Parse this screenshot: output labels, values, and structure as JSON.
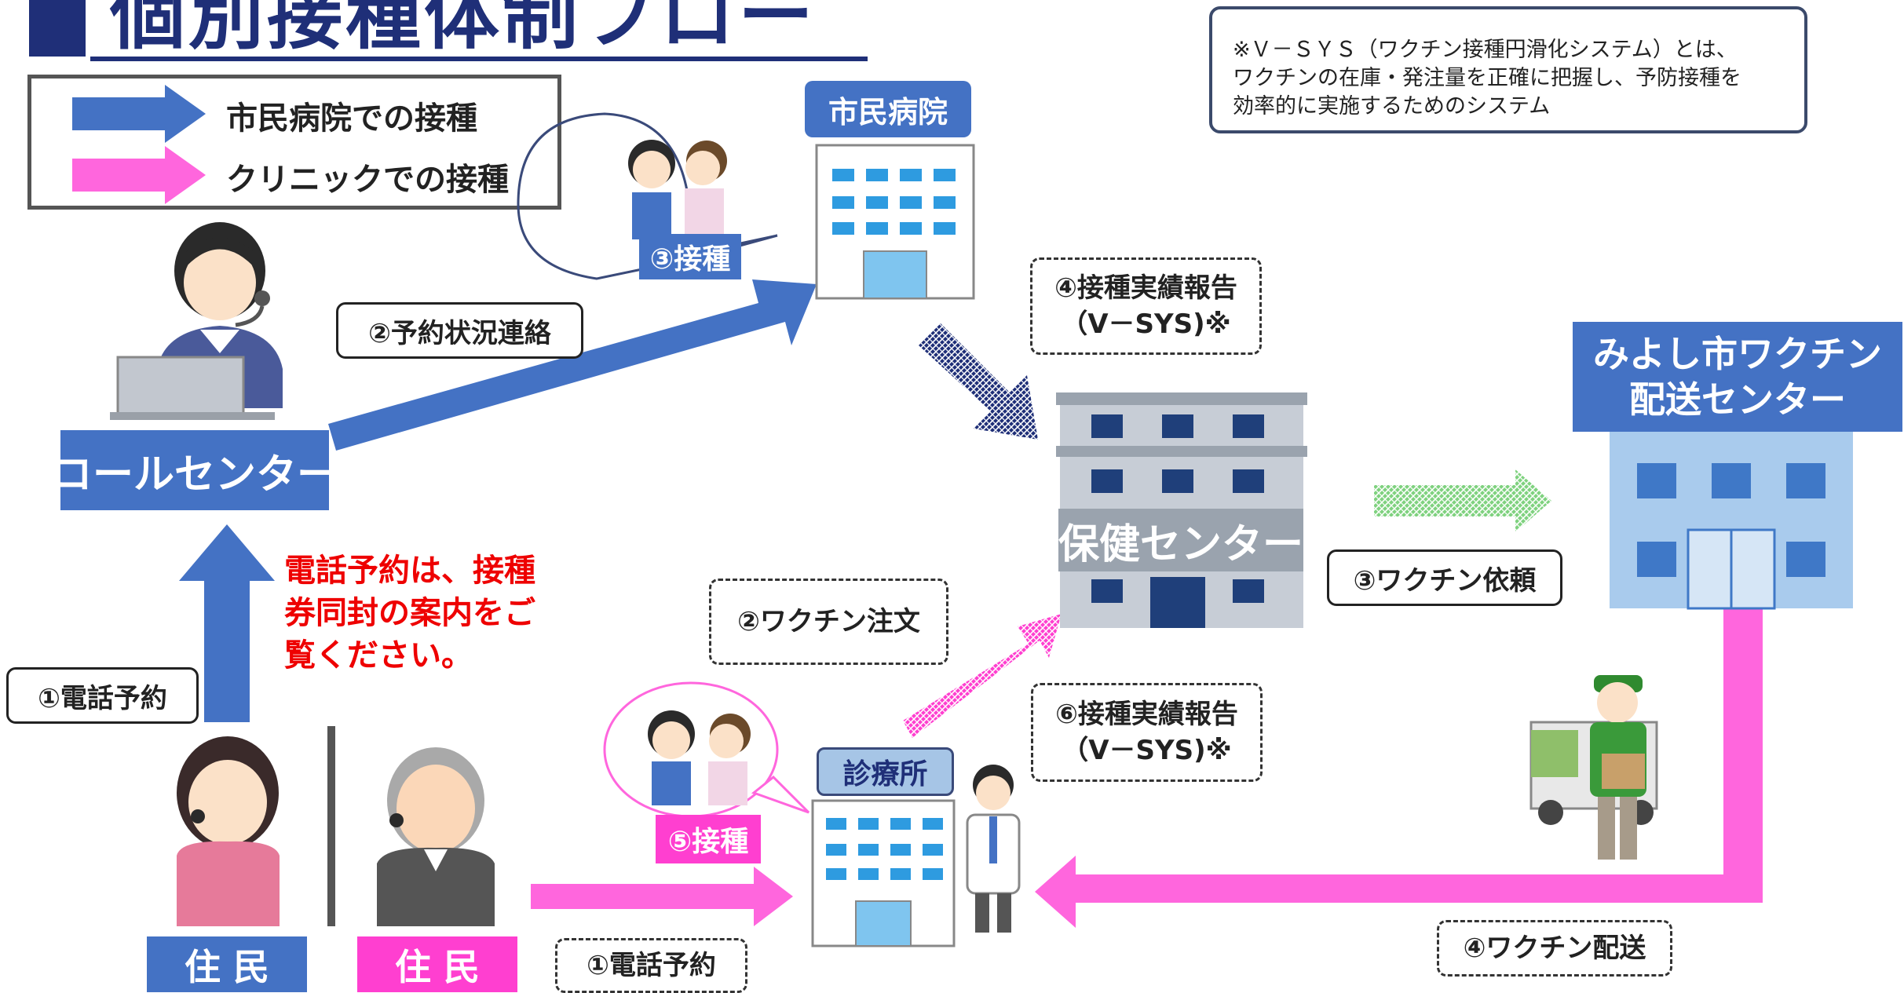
{
  "header": {
    "title": "個別接種体制フロー"
  },
  "legend": {
    "items": [
      {
        "label": "市民病院での接種",
        "color": "#4472c4"
      },
      {
        "label": "クリニックでの接種",
        "color": "#ff66dd"
      }
    ]
  },
  "note": {
    "lines": [
      "※Ｖ－ＳＹＳ（ワクチン接種円滑化システム）とは、",
      "ワクチンの在庫・発注量を正確に把握し、予防接種を",
      "効率的に実施するためのシステム"
    ]
  },
  "nodes": {
    "call_center": "コールセンター",
    "city_hospital": "市民病院",
    "clinic": "診療所",
    "health_center": "保健センター",
    "delivery_center_line1": "みよし市ワクチン",
    "delivery_center_line2": "配送センター",
    "resident_blue": "住 民",
    "resident_pink": "住 民"
  },
  "steps": {
    "phone_reservation_blue": "①電話予約",
    "reservation_status": "②予約状況連絡",
    "vaccination_hospital": "③接種",
    "report_hospital_line1": "④接種実績報告",
    "report_hospital_line2": "（V－SYS)※",
    "vaccine_request": "③ワクチン依頼",
    "vaccine_order": "②ワクチン注文",
    "report_clinic_line1": "⑥接種実績報告",
    "report_clinic_line2": "（V－SYS)※",
    "vaccination_clinic": "⑤接種",
    "phone_reservation_pink": "①電話予約",
    "vaccine_delivery": "④ワクチン配送"
  },
  "notice": {
    "lines": [
      "電話予約は、接種",
      "券同封の案内をご",
      "覧ください。"
    ]
  },
  "colors": {
    "blue": "#4472c4",
    "navy": "#1f2f78",
    "pink": "#ff3fd0",
    "light_pink": "#ff66dd",
    "green": "#8fd88f",
    "building_blue": "#9fc6ea",
    "red": "#ee0000"
  }
}
